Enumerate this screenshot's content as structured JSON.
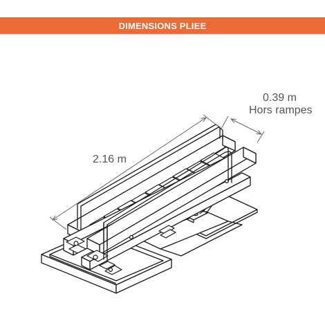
{
  "header": {
    "title": "DIMENSIONS PLIEE",
    "banner_color": "#ec6a34"
  },
  "dimensions": {
    "length": "2.16 m",
    "width": "0.39 m",
    "width_note": "Hors rampes"
  },
  "colors": {
    "line": "#1a1a1a",
    "dimension": "#666666",
    "label": "#555555"
  }
}
